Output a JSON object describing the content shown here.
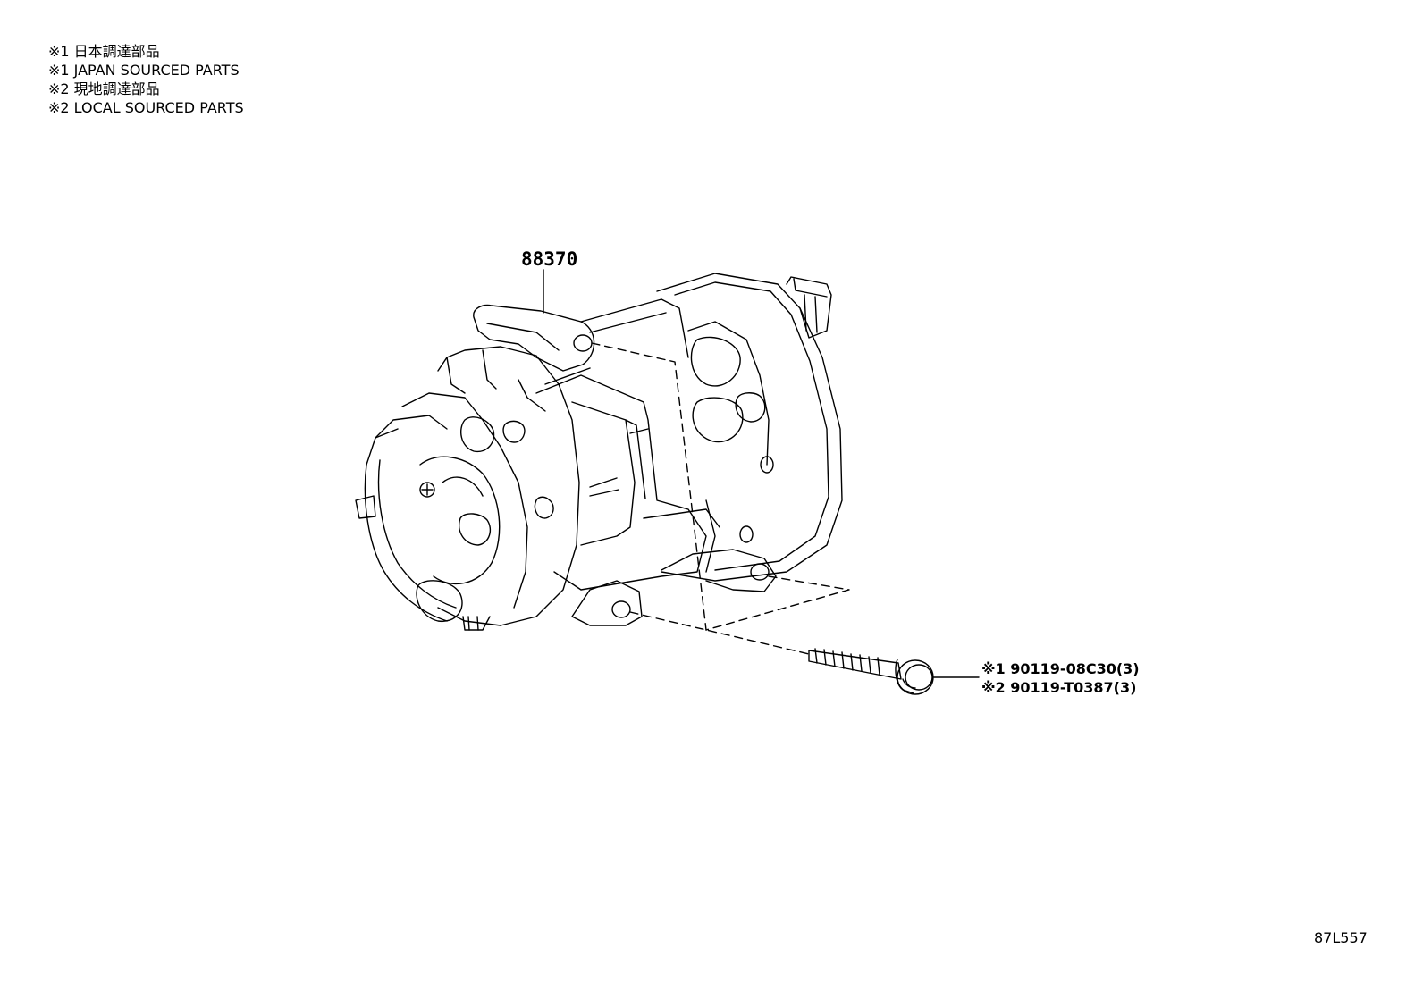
{
  "notes": [
    "※1 日本調達部品",
    "※1 JAPAN SOURCED PARTS",
    "※2 現地調達部品",
    "※2 LOCAL SOURCED PARTS"
  ],
  "parts": {
    "compressor": {
      "number": "88370"
    },
    "bolt": {
      "labels": [
        "※1 90119-08C30(3)",
        "※2 90119-T0387(3)"
      ]
    }
  },
  "diagram_id": "87L557"
}
